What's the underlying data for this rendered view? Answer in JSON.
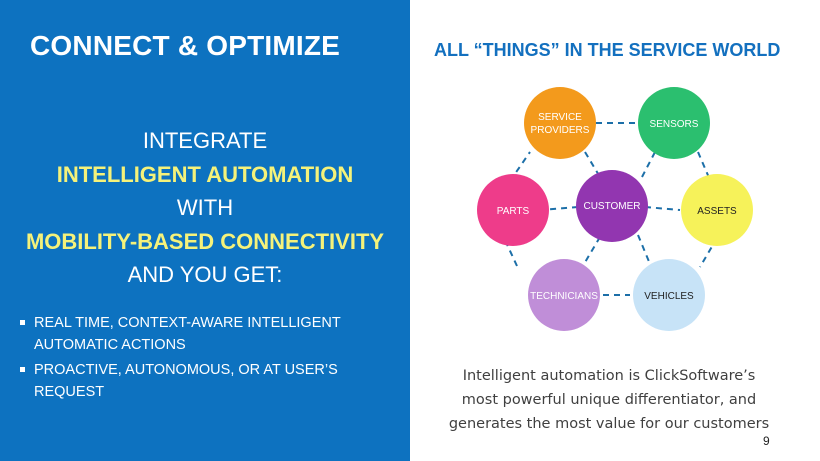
{
  "left": {
    "title": "CONNECT & OPTIMIZE",
    "headline": {
      "line1": "INTEGRATE",
      "line2": "INTELLIGENT AUTOMATION",
      "line3": "WITH",
      "line4": "MOBILITY-BASED CONNECTIVITY",
      "line5": "AND YOU GET:"
    },
    "bullets": [
      "REAL TIME, CONTEXT-AWARE INTELLIGENT AUTOMATIC ACTIONS",
      "PROACTIVE, AUTONOMOUS, OR AT USER’S REQUEST"
    ]
  },
  "right": {
    "title": "ALL “THINGS” IN THE SERVICE WORLD",
    "nodes": {
      "service_providers": {
        "line1": "SERVICE",
        "line2": "PROVIDERS"
      },
      "sensors": "SENSORS",
      "customer": "CUSTOMER",
      "parts": "PARTS",
      "assets": "ASSETS",
      "technicians": "TECHNICIANS",
      "vehicles": "VEHICLES"
    },
    "caption": {
      "line1": "Intelligent automation is ClickSoftware’s",
      "line2": "most powerful unique differentiator, and",
      "line3": "generates the most value for our customers"
    }
  },
  "page_number": "9",
  "colors": {
    "panel_blue": "#0d72c0",
    "highlight_yellow": "#f5f27a",
    "service_providers": "#f39a1c",
    "sensors": "#2bbf6f",
    "customer": "#9236b0",
    "parts": "#ee3c8a",
    "assets": "#f6f25a",
    "technicians": "#c08ed8",
    "vehicles": "#c7e3f7",
    "connector": "#1c6fa8"
  }
}
